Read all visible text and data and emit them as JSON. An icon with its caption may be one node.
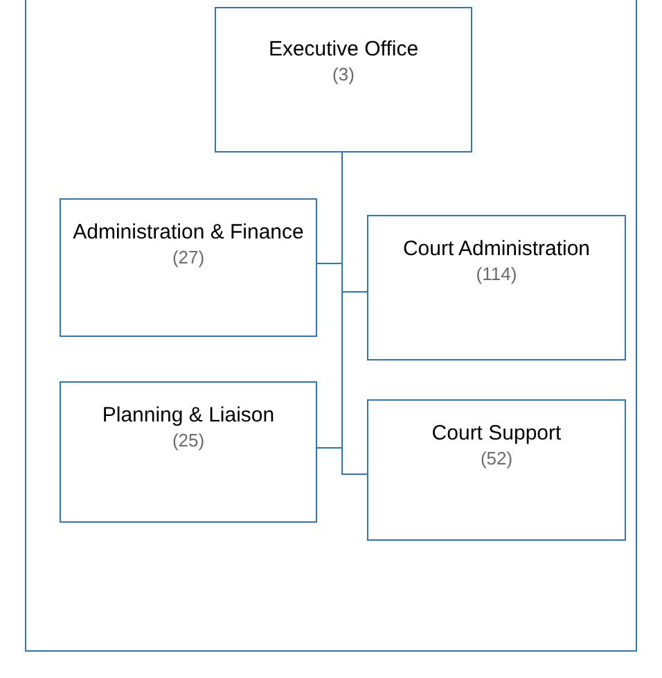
{
  "diagram": {
    "nodes": [
      {
        "text": [
          "Executive Office",
          "(3)"
        ]
      },
      {
        "text": [
          "Administration & Finance",
          "(27)"
        ]
      },
      {
        "text": [
          "Court Administration",
          "(114)"
        ]
      },
      {
        "text": [
          "Planning & Liaison",
          "(25)"
        ]
      },
      {
        "text": [
          "Court Support",
          "(52)"
        ]
      }
    ],
    "edges": [
      {
        "from": 0,
        "to": 1,
        "arrow": "none"
      },
      {
        "from": 0,
        "to": 2,
        "arrow": "none"
      },
      {
        "from": 0,
        "to": 3,
        "arrow": "none"
      },
      {
        "from": 0,
        "to": 4,
        "arrow": "none"
      }
    ]
  }
}
